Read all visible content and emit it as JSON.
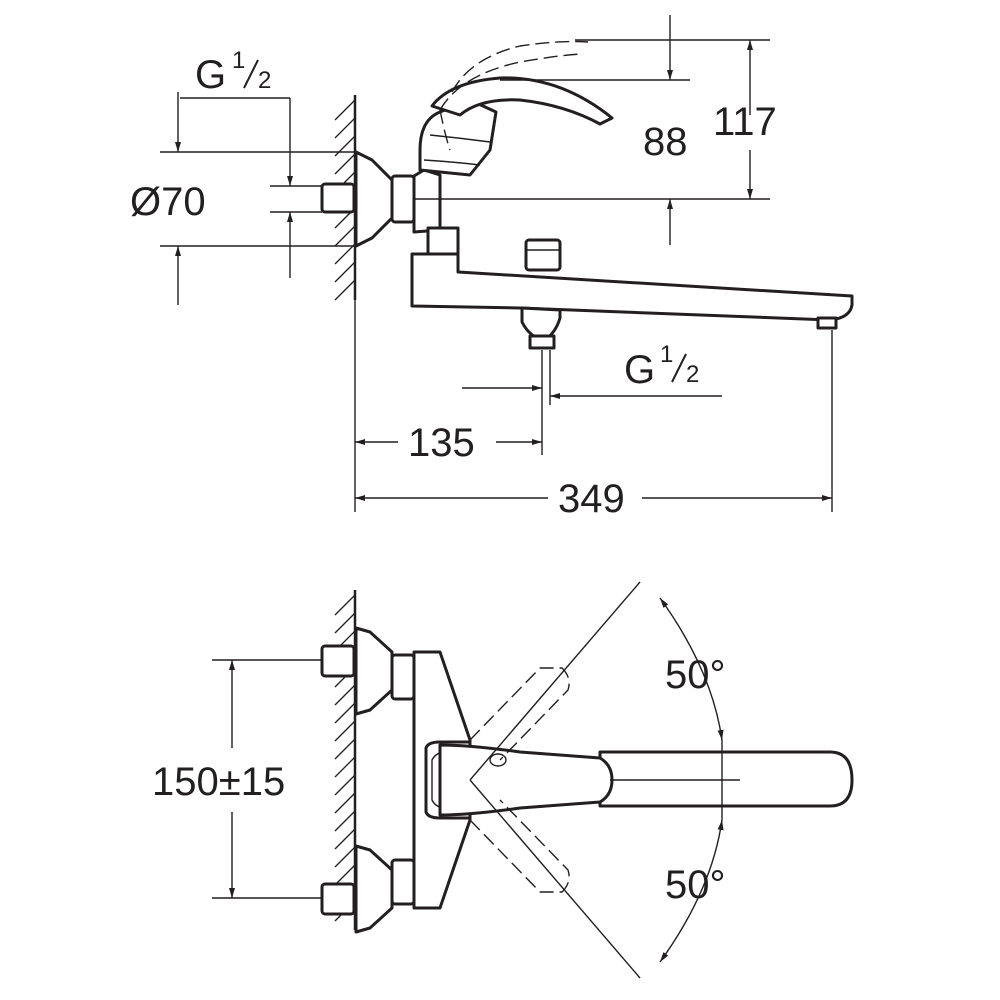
{
  "side_view": {
    "inlet_thread": {
      "g": "G",
      "num": "1",
      "den": "2"
    },
    "diameter_label": "Ø70",
    "dim_88": "88",
    "dim_117": "117",
    "outlet_thread": {
      "g": "G",
      "num": "1",
      "den": "2"
    },
    "dim_135": "135",
    "dim_349": "349"
  },
  "top_view": {
    "dim_center_distance": "150±15",
    "angle_upper": "50°",
    "angle_lower": "50°"
  }
}
